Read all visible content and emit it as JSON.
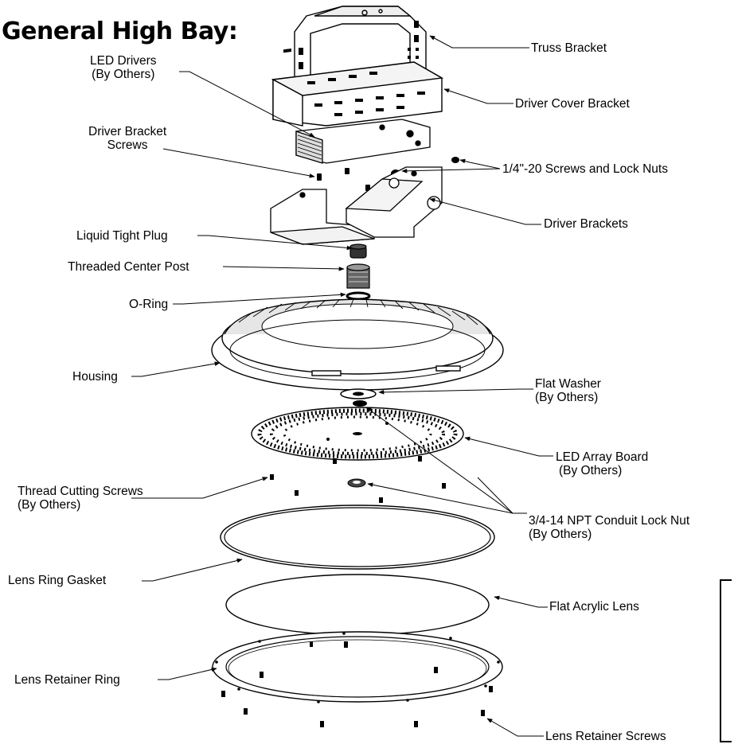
{
  "title": "General High Bay:",
  "labels": {
    "truss_bracket": "Truss Bracket",
    "led_drivers": [
      "LED Drivers",
      "(By Others)"
    ],
    "driver_cover_bracket": "Driver Cover Bracket",
    "driver_bracket_screws": [
      "Driver Bracket",
      "Screws"
    ],
    "screws_lock_nuts": "1/4\"-20 Screws and Lock Nuts",
    "driver_brackets": "Driver Brackets",
    "liquid_tight_plug": "Liquid Tight Plug",
    "threaded_center_post": "Threaded Center Post",
    "o_ring": "O-Ring",
    "housing": "Housing",
    "flat_washer": [
      "Flat Washer",
      "(By Others)"
    ],
    "led_array_board": [
      "LED Array Board",
      "(By Others)"
    ],
    "thread_cutting_screws": [
      "Thread Cutting Screws",
      "(By Others)"
    ],
    "conduit_lock_nut": [
      "3/4-14 NPT Conduit Lock Nut",
      "(By Others)"
    ],
    "lens_ring_gasket": "Lens Ring Gasket",
    "flat_acrylic_lens": "Flat Acrylic Lens",
    "lens_retainer_ring": "Lens Retainer Ring",
    "lens_retainer_screws": "Lens Retainer Screws"
  }
}
